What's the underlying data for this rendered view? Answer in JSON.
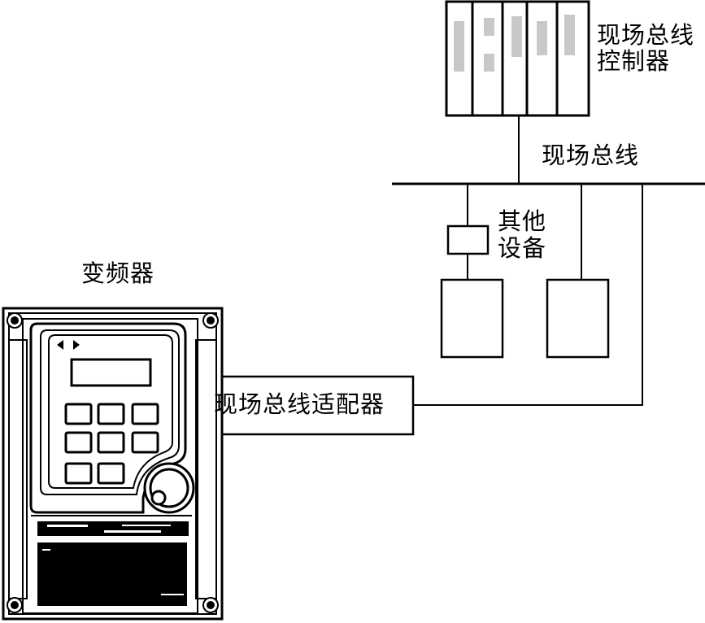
{
  "labels": {
    "controller": "现场总线控制器",
    "fieldbus": "现场总线",
    "other_devices": "其他设备",
    "inverter": "变频器",
    "adapter": "现场总线适配器"
  },
  "colors": {
    "stroke": "#000000",
    "background": "#ffffff",
    "controller_slots": "#c8c8c8"
  }
}
